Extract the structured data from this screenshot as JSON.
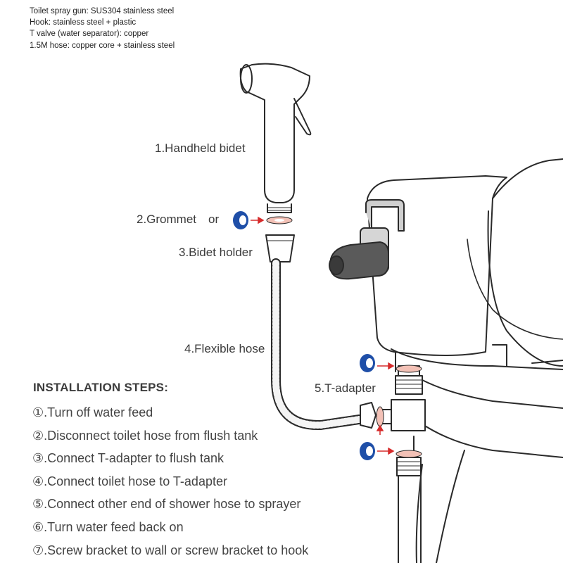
{
  "specs": [
    "Toilet spray gun: SUS304 stainless steel",
    "Hook: stainless steel + plastic",
    "T valve (water separator): copper",
    "1.5M hose: copper core + stainless steel"
  ],
  "labels": {
    "handheld_bidet": "1.Handheld bidet",
    "grommet": "2.Grommet",
    "or": "or",
    "bidet_holder": "3.Bidet holder",
    "flexible_hose": "4.Flexible hose",
    "t_adapter": "5.T-adapter"
  },
  "installation": {
    "title": "INSTALLATION STEPS:",
    "steps": [
      "①.Turn off water feed",
      "②.Disconnect toilet hose from flush tank",
      "③.Connect T-adapter to flush tank",
      "④.Connect toilet hose to T-adapter",
      "⑤.Connect other end of shower hose to sprayer",
      "⑥.Turn water feed back on",
      "⑦.Screw bracket to wall or screw bracket to hook"
    ]
  },
  "colors": {
    "line": "#2a2a2a",
    "washer_blue": "#1f4fa8",
    "arrow_red": "#d62b2b",
    "rubber_ring": "#f3c1b6"
  }
}
